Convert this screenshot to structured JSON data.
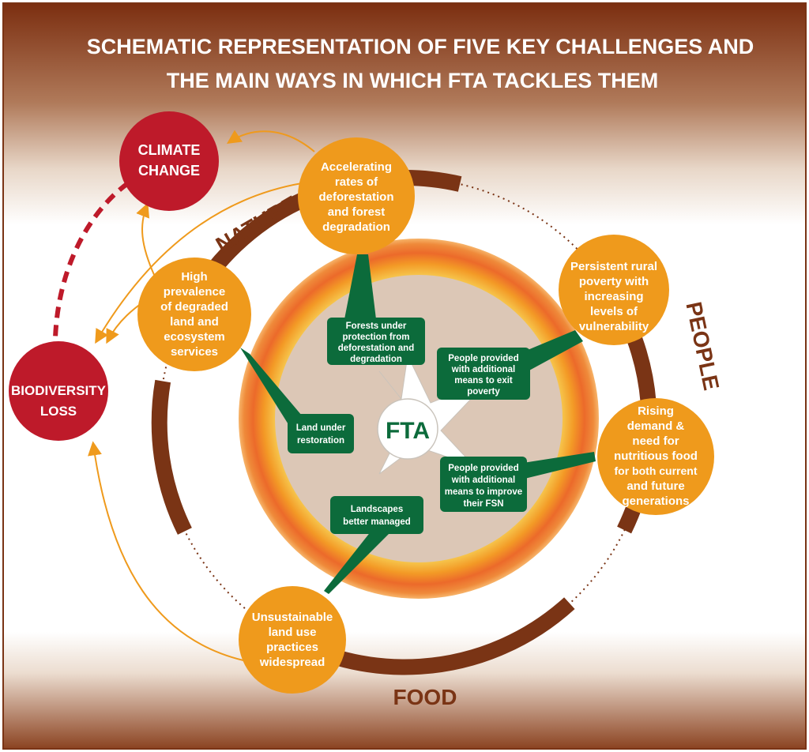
{
  "title_lines": [
    "SCHEMATIC REPRESENTATION OF FIVE KEY CHALLENGES AND",
    "THE MAIN WAYS IN WHICH FTA TACKLES THEM"
  ],
  "themes": {
    "nature": "NATURE",
    "people": "PEOPLE",
    "food": "FOOD"
  },
  "impacts": {
    "climate": [
      "CLIMATE",
      "CHANGE"
    ],
    "biodiversity": [
      "BIODIVERSITY",
      "LOSS"
    ]
  },
  "challenges": {
    "deforestation": [
      "Accelerating",
      "rates of",
      "deforestation",
      "and forest",
      "degradation"
    ],
    "degraded_land": [
      "High",
      "prevalence",
      "of degraded",
      "land and",
      "ecosystem",
      "services"
    ],
    "rural_poverty": [
      "Persistent rural",
      "poverty with",
      "increasing",
      "levels of",
      "vulnerability"
    ],
    "food_demand": [
      "Rising",
      "demand &",
      "need for",
      "nutritious food",
      "for both current",
      "and future",
      "generations"
    ],
    "land_use": [
      "Unsustainable",
      "land use",
      "practices",
      "widespread"
    ]
  },
  "outcomes": {
    "forests": [
      "Forests under",
      "protection from",
      "deforestation and",
      "degradation"
    ],
    "poverty": [
      "People provided",
      "with additional",
      "means to exit",
      "poverty"
    ],
    "restoration": [
      "Land under",
      "restoration"
    ],
    "fsn": [
      "People provided",
      "with additional",
      "means to improve",
      "their FSN"
    ],
    "landscapes": [
      "Landscapes",
      "better managed"
    ]
  },
  "center_label": "FTA",
  "colors": {
    "brown": "#7a3415",
    "orange": "#ef9a1c",
    "red": "#be1a2a",
    "green": "#0c6b3b",
    "center_fill": "#dcc7b6"
  }
}
